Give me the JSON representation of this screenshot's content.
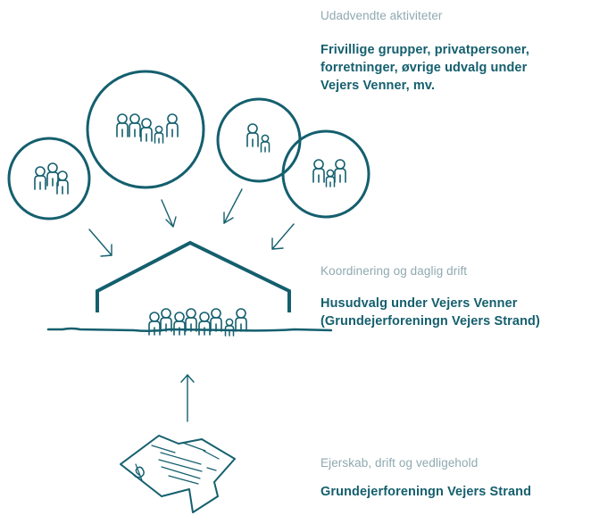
{
  "colors": {
    "primary": "#145f6e",
    "muted": "#8fa9b0",
    "background": "#ffffff"
  },
  "sections": {
    "activities": {
      "label": "Udadvendte aktiviteter",
      "lines": [
        "Frivillige grupper, privatpersoner,",
        "forretninger, øvrige udvalg under",
        "Vejers Venner, mv."
      ]
    },
    "coordination": {
      "label": "Koordinering og daglig drift",
      "lines": [
        "Husudvalg under Vejers Venner",
        "(Grundejerforeningn Vejers Strand)"
      ]
    },
    "ownership": {
      "label": "Ejerskab, drift og vedligehold",
      "lines": [
        "Grundejerforeningn Vejers Strand"
      ]
    }
  },
  "icons": {
    "group_circles": "people-group-icon",
    "house": "house-outline-icon",
    "ground": "ground-line-icon",
    "document": "deed-document-icon",
    "arrows": "arrow-icon"
  }
}
